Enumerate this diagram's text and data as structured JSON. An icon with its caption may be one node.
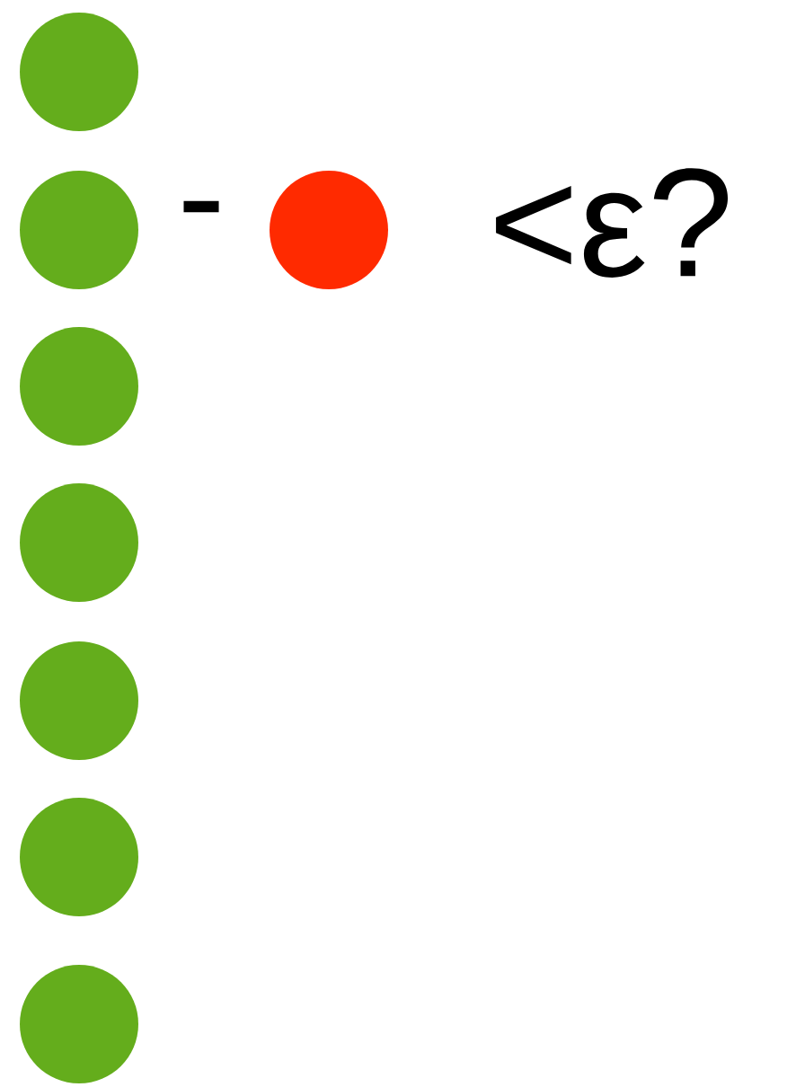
{
  "diagram": {
    "nodes": [
      {
        "text": [],
        "shape": "circle"
      },
      {
        "text": [],
        "shape": "circle"
      },
      {
        "text": [],
        "shape": "circle"
      },
      {
        "text": [],
        "shape": "circle"
      },
      {
        "text": [],
        "shape": "circle"
      },
      {
        "text": [],
        "shape": "circle"
      },
      {
        "text": [],
        "shape": "circle"
      },
      {
        "text": [],
        "shape": "circle"
      }
    ],
    "labels": [
      "-",
      "<ε?"
    ]
  }
}
